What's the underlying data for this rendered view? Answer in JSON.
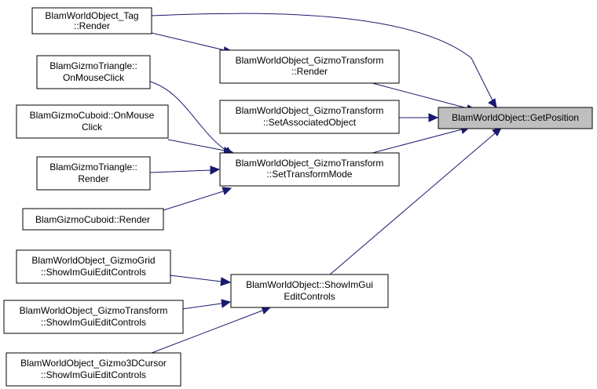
{
  "graph": {
    "nodes": {
      "get_position": {
        "lines": [
          "BlamWorldObject::GetPosition"
        ]
      },
      "tag_render": {
        "lines": [
          "BlamWorldObject_Tag",
          "::Render"
        ]
      },
      "gizmotransform_render": {
        "lines": [
          "BlamWorldObject_GizmoTransform",
          "::Render"
        ]
      },
      "set_associated_object": {
        "lines": [
          "BlamWorldObject_GizmoTransform",
          "::SetAssociatedObject"
        ]
      },
      "set_transform_mode": {
        "lines": [
          "BlamWorldObject_GizmoTransform",
          "::SetTransformMode"
        ]
      },
      "show_imgui_edit_controls": {
        "lines": [
          "BlamWorldObject::ShowImGui",
          "EditControls"
        ]
      },
      "triangle_onmouseclick": {
        "lines": [
          "BlamGizmoTriangle::",
          "OnMouseClick"
        ]
      },
      "cuboid_onmouseclick": {
        "lines": [
          "BlamGizmoCuboid::OnMouse",
          "Click"
        ]
      },
      "triangle_render": {
        "lines": [
          "BlamGizmoTriangle::",
          "Render"
        ]
      },
      "cuboid_render": {
        "lines": [
          "BlamGizmoCuboid::Render"
        ]
      },
      "gizmogrid_show": {
        "lines": [
          "BlamWorldObject_GizmoGrid",
          "::ShowImGuiEditControls"
        ]
      },
      "gizmotransform_show": {
        "lines": [
          "BlamWorldObject_GizmoTransform",
          "::ShowImGuiEditControls"
        ]
      },
      "gizmo3dcursor_show": {
        "lines": [
          "BlamWorldObject_Gizmo3DCursor",
          "::ShowImGuiEditControls"
        ]
      }
    },
    "edges": [
      {
        "from": "tag_render",
        "to": "get_position"
      },
      {
        "from": "tag_render",
        "to": "gizmotransform_render"
      },
      {
        "from": "gizmotransform_render",
        "to": "get_position"
      },
      {
        "from": "set_associated_object",
        "to": "get_position"
      },
      {
        "from": "set_transform_mode",
        "to": "get_position"
      },
      {
        "from": "show_imgui_edit_controls",
        "to": "get_position"
      },
      {
        "from": "triangle_onmouseclick",
        "to": "set_transform_mode"
      },
      {
        "from": "cuboid_onmouseclick",
        "to": "set_transform_mode"
      },
      {
        "from": "triangle_render",
        "to": "set_transform_mode"
      },
      {
        "from": "cuboid_render",
        "to": "set_transform_mode"
      },
      {
        "from": "gizmogrid_show",
        "to": "show_imgui_edit_controls"
      },
      {
        "from": "gizmotransform_show",
        "to": "show_imgui_edit_controls"
      },
      {
        "from": "gizmo3dcursor_show",
        "to": "show_imgui_edit_controls"
      }
    ],
    "colors": {
      "edge": "#191970",
      "highlighted_node_fill": "#bfbfbf",
      "node_fill": "#ffffff",
      "node_border": "#000000"
    }
  }
}
